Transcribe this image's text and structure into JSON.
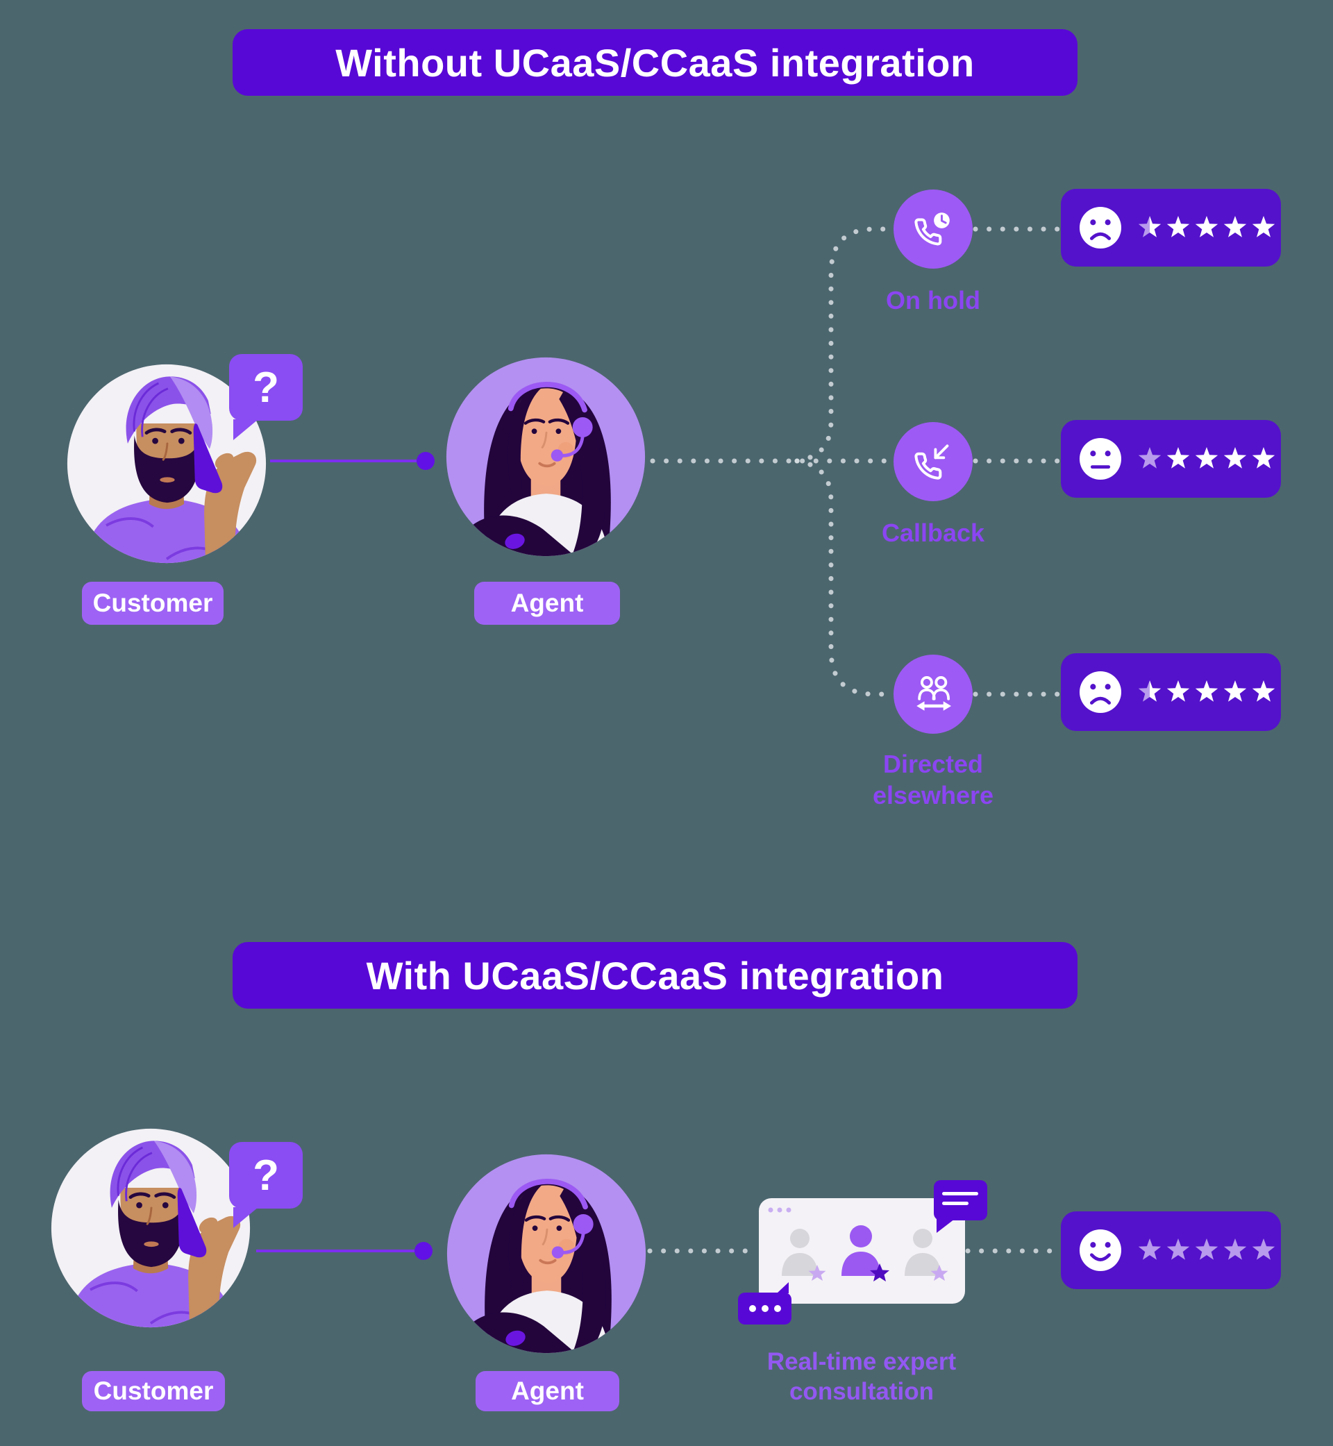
{
  "without": {
    "banner": "Without UCaaS/CCaaS integration",
    "customer": {
      "label": "Customer",
      "question": "?"
    },
    "agent": {
      "label": "Agent"
    },
    "branches": [
      {
        "label": "On hold",
        "icon": "phone-on-hold-icon",
        "outcome": {
          "face": "sad",
          "rating": 0.5,
          "rating_max": 5
        }
      },
      {
        "label": "Callback",
        "icon": "phone-callback-icon",
        "outcome": {
          "face": "neutral",
          "rating": 1,
          "rating_max": 5
        }
      },
      {
        "label": "Directed elsewhere",
        "icon": "people-transfer-icon",
        "outcome": {
          "face": "sad",
          "rating": 0.5,
          "rating_max": 5
        }
      }
    ]
  },
  "with": {
    "banner": "With UCaaS/CCaaS integration",
    "customer": {
      "label": "Customer",
      "question": "?"
    },
    "agent": {
      "label": "Agent"
    },
    "consultation": {
      "label": "Real-time expert consultation"
    },
    "outcome": {
      "face": "happy",
      "rating": 5,
      "rating_max": 5
    }
  },
  "colors": {
    "background": "#4C666E",
    "deep_purple": "#5808D6",
    "card_purple": "#5412CB",
    "medium_purple": "#9D5AF4",
    "label_purple": "#8B45F2",
    "star_filled": "#B89BEC",
    "star_empty": "#FFFFFF",
    "connector_dot": "#D8DEE3",
    "solid_line": "#7D2FF0"
  }
}
